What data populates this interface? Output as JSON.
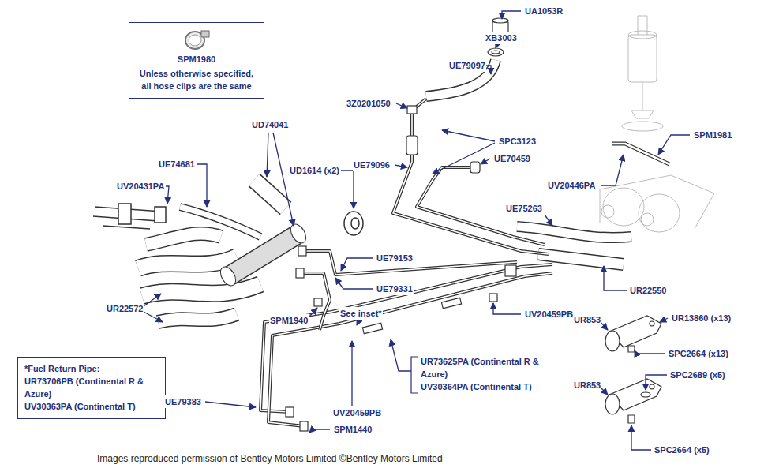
{
  "diagram": {
    "caption": "Images reproduced permission of Bentley Motors Limited ©Bentley Motors Limited",
    "nodes": [
      {
        "text": [
          "SPM1980",
          "Unless otherwise specified, all hose clips are the same"
        ]
      },
      {
        "text": [
          "*Fuel Return Pipe:",
          "UR73706PB (Continental R & Azure)",
          "UV30363PA (Continental T)"
        ]
      }
    ],
    "labels": [
      "UA1053R",
      "XB3003",
      "UE79097",
      "3Z0201050",
      "SPC3123",
      "UD74041",
      "UE74681",
      "UE79096",
      "UE70459",
      "SPM1981",
      "UD1614 (x2)",
      "UV20431PA",
      "UV20446PA",
      "UE75263",
      "UE79153",
      "UE79331",
      "UR22550",
      "SPM1940",
      "See inset*",
      "UV20459PB",
      "UR13860 (x13)",
      "UR853",
      "SPC2664 (x13)",
      "UR22572",
      "UR73625PA (Continental R & Azure)",
      "UV30364PA (Continental T)",
      "SPC2689 (x5)",
      "UR853",
      "UE79383",
      "UV20459PB",
      "SPC2664 (x5)",
      "SPM1440"
    ]
  }
}
